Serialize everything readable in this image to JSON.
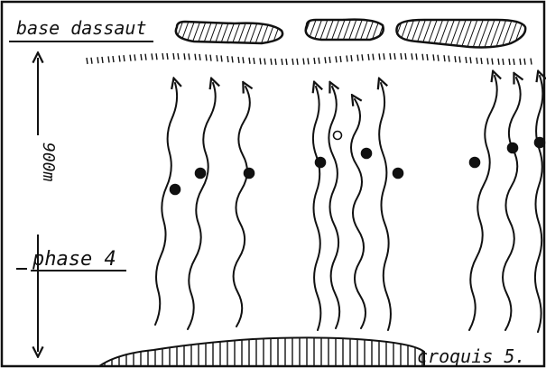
{
  "labels": {
    "top_left": "base dassaut",
    "distance": "900m",
    "phase": "phase 4",
    "figure": "croquis 5."
  },
  "colors": {
    "ink": "#111111",
    "paper": "#ffffff"
  }
}
